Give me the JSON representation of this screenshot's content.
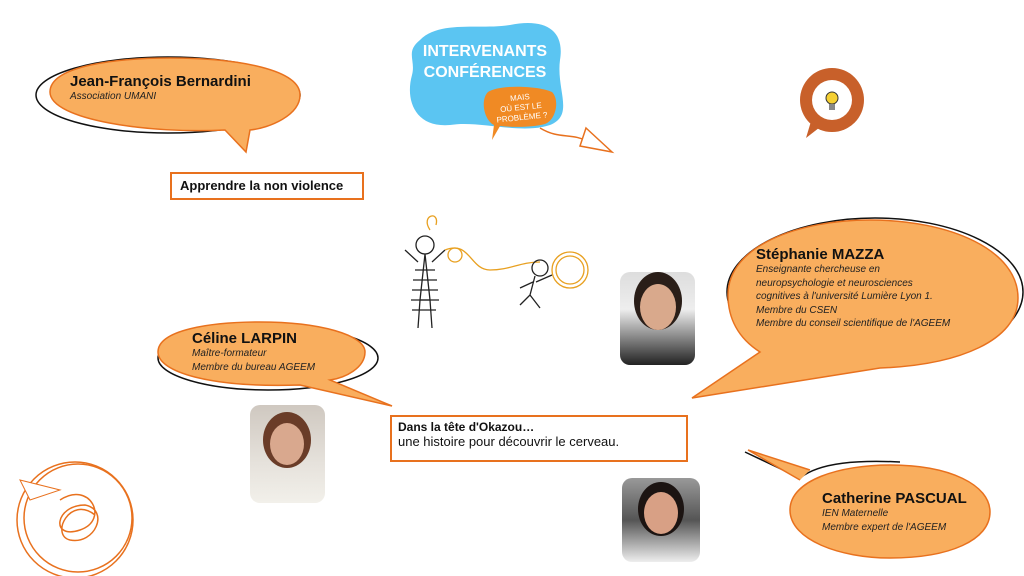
{
  "header": {
    "title_line1": "INTERVENANTS",
    "title_line2": "CONFÉRENCES",
    "question_line1": "MAIS",
    "question_line2": "OÙ EST LE",
    "question_line3": "PROBLÈME ?"
  },
  "colors": {
    "bubble": "#F9AE5E",
    "accent": "#E8711E",
    "blob": "#5BC5F2",
    "small_bubble": "#F08A24"
  },
  "speakers": [
    {
      "name": "Jean-François Bernardini",
      "lines": [
        "Association UMANI"
      ],
      "topic": "Apprendre la non violence"
    },
    {
      "name": "Stéphanie MAZZA",
      "lines": [
        "Enseignante chercheuse en",
        "neuropsychologie et neurosciences",
        "cognitives à l'université Lumière Lyon 1.",
        "Membre du CSEN",
        "Membre du conseil scientifique de l'AGEEM"
      ]
    },
    {
      "name": "Céline LARPIN",
      "lines": [
        "Maître-formateur",
        "Membre du bureau AGEEM"
      ]
    },
    {
      "name": "Catherine PASCUAL",
      "lines": [
        "IEN Maternelle",
        "Membre expert de l'AGEEM"
      ]
    }
  ],
  "okazou": {
    "title": "Dans la tête d'Okazou…",
    "subtitle": "une  histoire pour découvrir le cerveau."
  }
}
